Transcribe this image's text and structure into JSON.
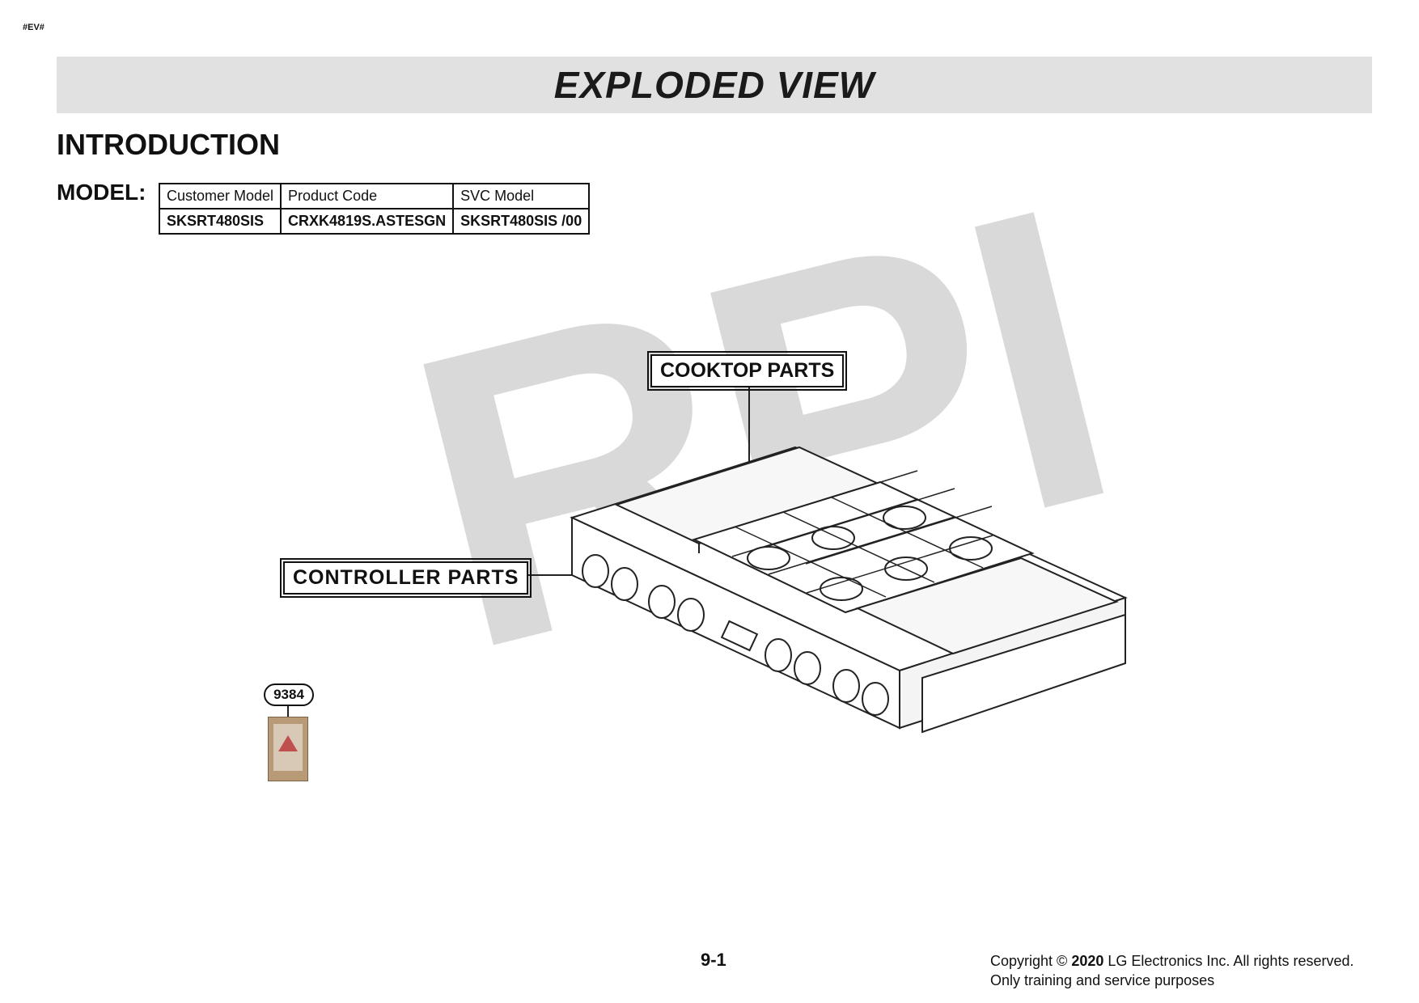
{
  "header": {
    "corner_tag": "#EV#",
    "banner_title": "EXPLODED VIEW"
  },
  "section": {
    "title": "INTRODUCTION",
    "model_label": "MODEL:"
  },
  "model_table": {
    "headers": [
      "Customer Model",
      "Product Code",
      "SVC Model"
    ],
    "values": [
      "SKSRT480SIS",
      "CRXK4819S.ASTESGN",
      "SKSRT480SIS /00"
    ]
  },
  "watermark": "RPI",
  "callouts": {
    "cooktop": "COOKTOP PARTS",
    "controller": "CONTROLLER  PARTS"
  },
  "part": {
    "number": "9384"
  },
  "footer": {
    "page_number": "9-1",
    "copyright_prefix": "Copyright © ",
    "copyright_year": "2020",
    "copyright_suffix": " LG Electronics Inc. All rights reserved.",
    "usage_note": "Only training and service purposes"
  }
}
